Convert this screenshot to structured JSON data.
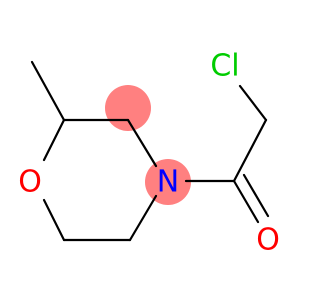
{
  "molecule": {
    "atoms": {
      "oxygen_ring": {
        "symbol": "O",
        "color": "#ff0000"
      },
      "nitrogen": {
        "symbol": "N",
        "color": "#0000ff"
      },
      "chlorine": {
        "symbol": "Cl",
        "color": "#00cc00"
      },
      "oxygen_carbonyl": {
        "symbol": "O",
        "color": "#ff0000"
      }
    },
    "highlight_color": "#ff8080"
  }
}
